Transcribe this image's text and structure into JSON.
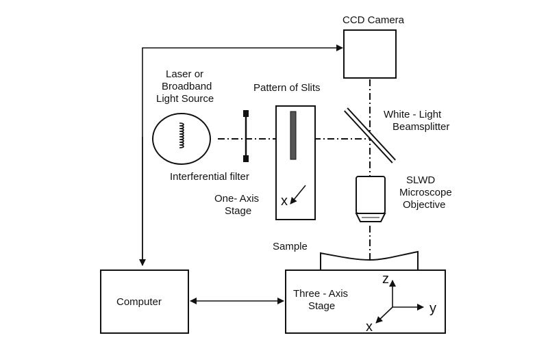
{
  "labels": {
    "ccd_camera": "CCD Camera",
    "light_source": [
      "Laser or",
      "Broadband",
      "Light Source"
    ],
    "pattern_of_slits": "Pattern of Slits",
    "beamsplitter": [
      "White - Light",
      "Beamsplitter"
    ],
    "interferential_filter": "Interferential filter",
    "one_axis_stage": [
      "One- Axis",
      "Stage"
    ],
    "one_axis_x": "x",
    "objective": [
      "SLWD",
      "Microscope",
      "Objective"
    ],
    "sample": "Sample",
    "computer": "Computer",
    "three_axis_stage": [
      "Three - Axis",
      "Stage"
    ],
    "axis_z": "z",
    "axis_y": "y",
    "axis_x": "x"
  }
}
